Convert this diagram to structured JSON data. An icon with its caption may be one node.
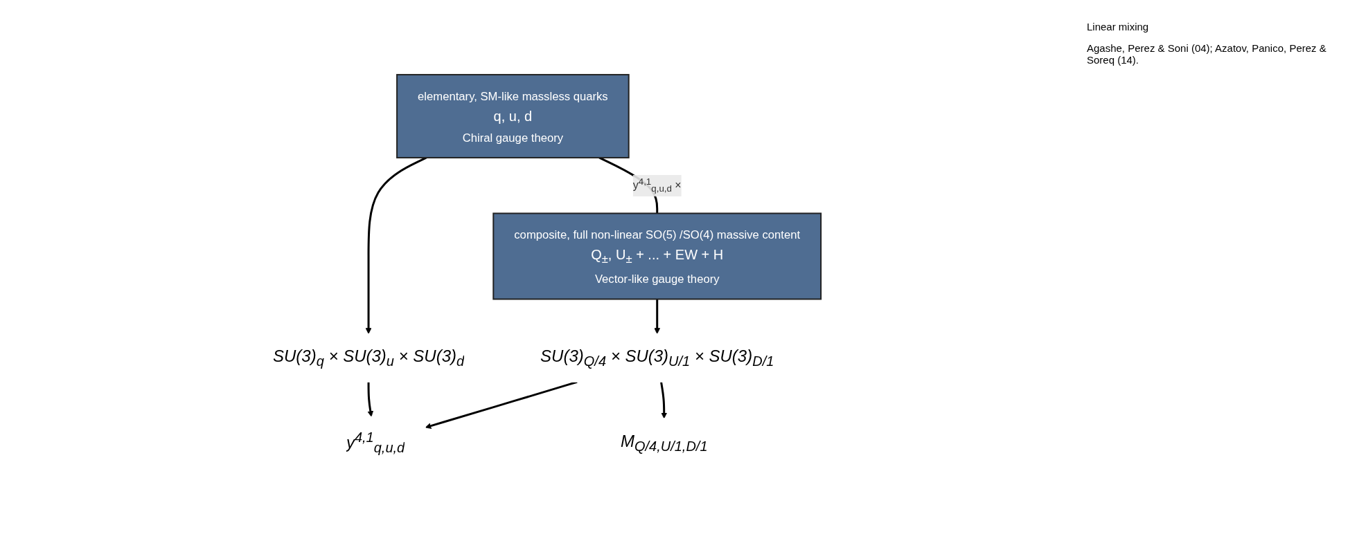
{
  "diagram": {
    "nodes": [
      {
        "text": [
          "elementary, SM-like massless quarks",
          "q, u, d",
          "Chiral gauge theory"
        ]
      },
      {
        "text": [
          "composite, full non-linear SO(5) /SO(4) massive content",
          "Q$_{±}$, U$_{±}$ + ... + EW + H",
          "Vector-like gauge theory"
        ]
      },
      {
        "text": [
          "SU(3)$_{q}$ × SU(3)$_{u}$ × SU(3)$_{d}$"
        ]
      },
      {
        "text": [
          "SU(3)$_{Q/4}$ × SU(3)$_{U/1}$ × SU(3)$_{D/1}$"
        ]
      },
      {
        "text": [
          "y$^{4,1}$$_{q,u,d}$"
        ]
      },
      {
        "text": [
          "M$_{Q/4,U/1,D/1}$"
        ]
      }
    ],
    "edges": [
      {
        "from": 0,
        "to": 1,
        "arrow": "none",
        "label": "y$^{4,1}$$_{q,u,d}$ ×"
      },
      {
        "from": 0,
        "to": 2,
        "arrow": "to"
      },
      {
        "from": 1,
        "to": 3,
        "arrow": "to"
      },
      {
        "from": 2,
        "to": 4,
        "arrow": "to"
      },
      {
        "from": 3,
        "to": 4,
        "arrow": "to"
      },
      {
        "from": 3,
        "to": 5,
        "arrow": "to"
      }
    ],
    "labels": [
      "Linear mixing",
      "Agashe, Perez & Soni (04); Azatov, Panico, Perez & Soreq (14)."
    ]
  }
}
